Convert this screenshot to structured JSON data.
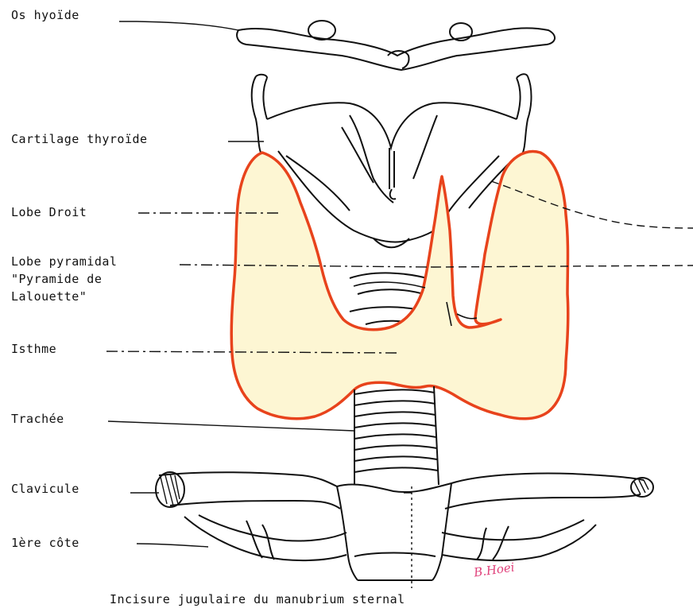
{
  "labels": {
    "os_hyoide": "Os hyoïde",
    "cartilage_thyroide": "Cartilage thyroïde",
    "lobe_droit": "Lobe Droit",
    "lobe_pyramidal_line1": "Lobe pyramidal",
    "lobe_pyramidal_line2": "\"Pyramide de",
    "lobe_pyramidal_line3": "Lalouette\"",
    "isthme": "Isthme",
    "trachee": "Trachée",
    "clavicule": "Clavicule",
    "premiere_cote": "1ère  côte",
    "incisure": "Incisure jugulaire du manubrium sternal"
  },
  "signature": "B.Hoei",
  "colors": {
    "ink": "#111111",
    "gland_outline": "#e8431c",
    "gland_fill": "#fdf6d3",
    "signature": "#e0407a"
  }
}
